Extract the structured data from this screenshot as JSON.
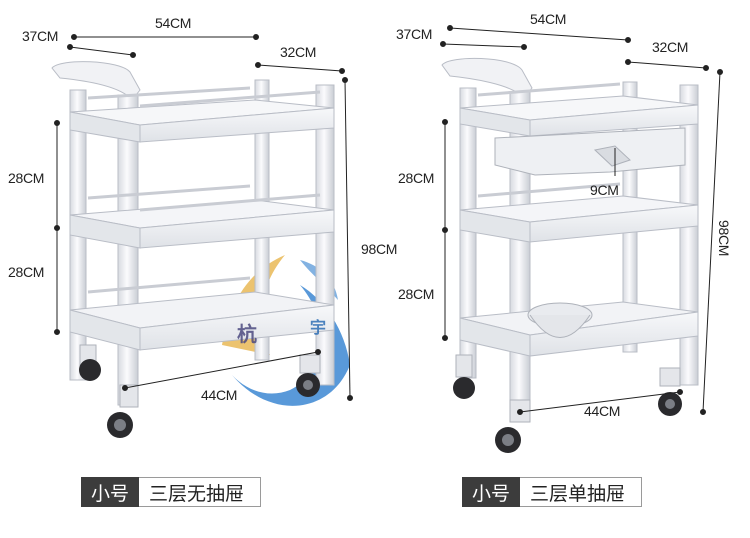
{
  "products": [
    {
      "id": "left",
      "dimensions": {
        "top_length": "54CM",
        "depth": "37CM",
        "side": "32CM",
        "tier_gap_1": "28CM",
        "tier_gap_2": "28CM",
        "height": "98CM",
        "bottom_length": "44CM"
      },
      "caption": {
        "tag": "小号",
        "name": "三层无抽屉"
      }
    },
    {
      "id": "right",
      "dimensions": {
        "top_length": "54CM",
        "depth": "37CM",
        "side": "32CM",
        "tier_gap_1": "28CM",
        "tier_gap_2": "28CM",
        "drawer_height": "9CM",
        "height": "98CM",
        "bottom_length": "44CM"
      },
      "caption": {
        "tag": "小号",
        "name": "三层单抽屉"
      }
    }
  ],
  "watermark": {
    "char_1": "杭",
    "char_2": "宇"
  },
  "colors": {
    "cart": "#eceef2",
    "cart_edge": "#b9bdc6",
    "watermark_blue": "#2f7fcf",
    "watermark_gold": "#e6b85c"
  }
}
